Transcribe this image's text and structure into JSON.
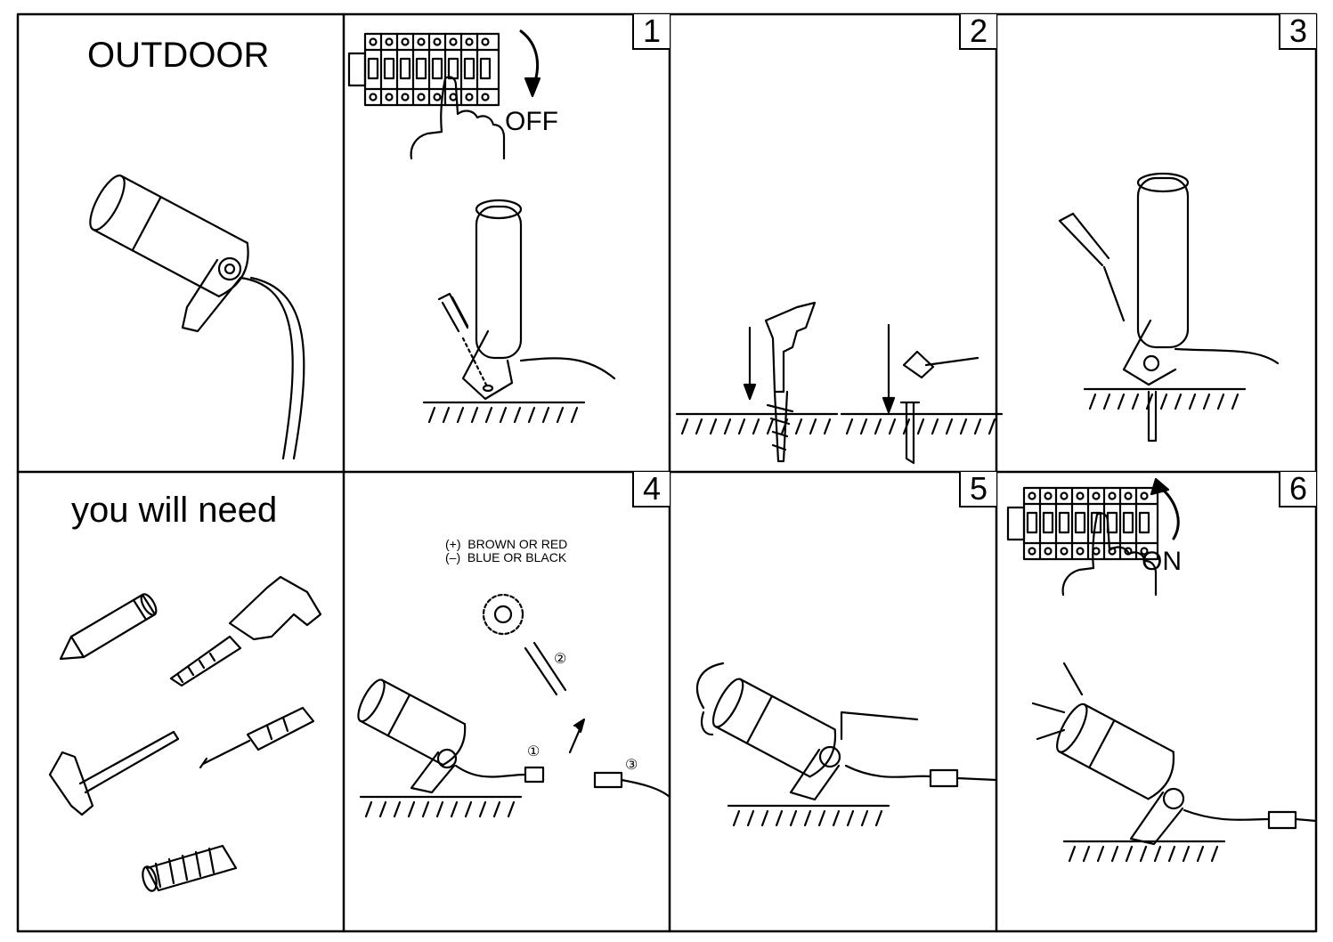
{
  "panels": {
    "outdoor_title": "OUTDOOR",
    "need_title": "you will need"
  },
  "steps": {
    "s1": {
      "number": "1",
      "switch_label": "OFF"
    },
    "s2": {
      "number": "2"
    },
    "s3": {
      "number": "3"
    },
    "s4": {
      "number": "4",
      "wiring": [
        "(+)  BROWN OR RED",
        "(–)  BLUE OR BLACK"
      ],
      "markers": [
        "①",
        "②",
        "③"
      ]
    },
    "s5": {
      "number": "5"
    },
    "s6": {
      "number": "6",
      "switch_label": "ON"
    }
  },
  "tools": [
    "pencil-icon",
    "drill-icon",
    "hammer-icon",
    "screwdriver-icon",
    "connector-icon"
  ],
  "colors": {
    "line": "#000000",
    "background": "#ffffff"
  }
}
